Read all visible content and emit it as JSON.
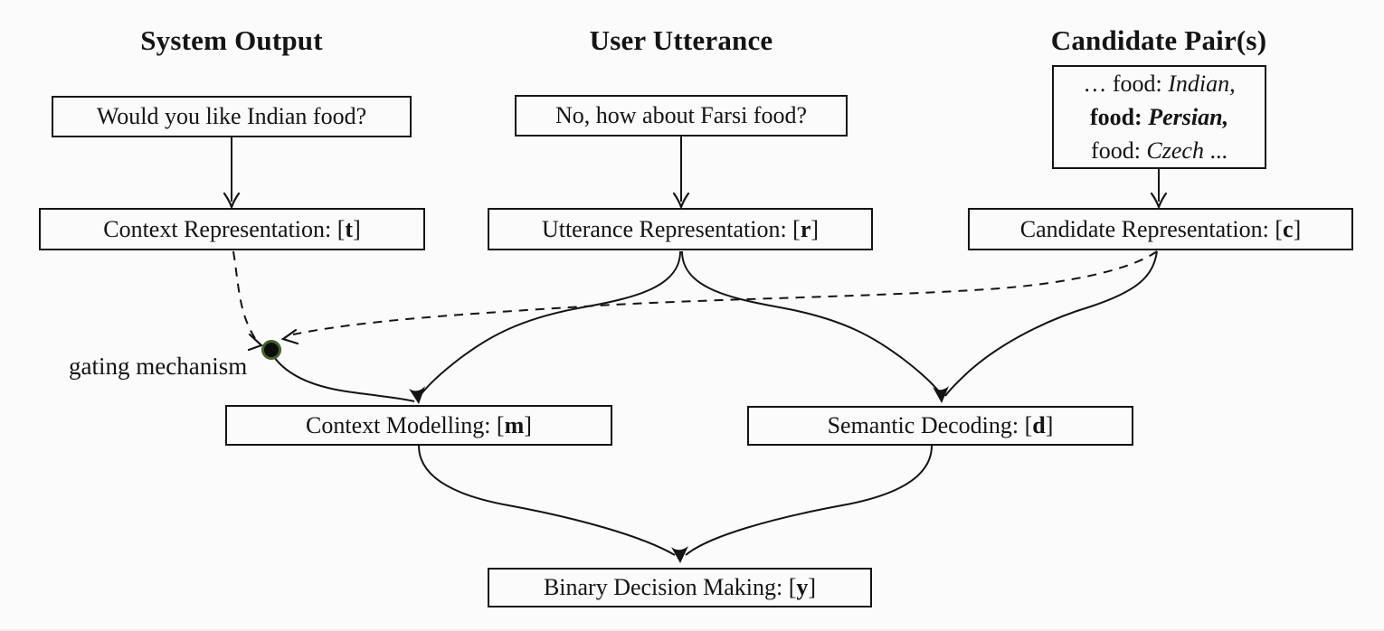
{
  "headers": {
    "system_output": "System Output",
    "user_utterance": "User Utterance",
    "candidate_pairs": "Candidate Pair(s)"
  },
  "inputs": {
    "system_utterance": "Would you like Indian food?",
    "user_utterance": "No, how about Farsi food?",
    "candidate_list": {
      "line1": {
        "pre": "… food: ",
        "value": "Indian",
        "post": ","
      },
      "line2": {
        "pre": "food: ",
        "value": "Persian",
        "post": ","
      },
      "line3": {
        "pre": "food: ",
        "value": "Czech",
        "post": " ..."
      }
    }
  },
  "nodes": {
    "context_representation": {
      "pre": "Context Representation: [",
      "var": "t",
      "post": "]"
    },
    "utterance_representation": {
      "pre": "Utterance Representation: [",
      "var": "r",
      "post": "]"
    },
    "candidate_representation": {
      "pre": "Candidate Representation: [",
      "var": "c",
      "post": "]"
    },
    "context_modelling": {
      "pre": "Context Modelling: [",
      "var": "m",
      "post": "]"
    },
    "semantic_decoding": {
      "pre": "Semantic Decoding: [",
      "var": "d",
      "post": "]"
    },
    "binary_decision_making": {
      "pre": "Binary Decision Making: [",
      "var": "y",
      "post": "]"
    }
  },
  "labels": {
    "gating_mechanism": "gating mechanism"
  },
  "colors": {
    "ink": "#141414",
    "background": "#fbfbfb",
    "gate_fill": "#0c0c0c",
    "gate_ring": "#44602e"
  }
}
